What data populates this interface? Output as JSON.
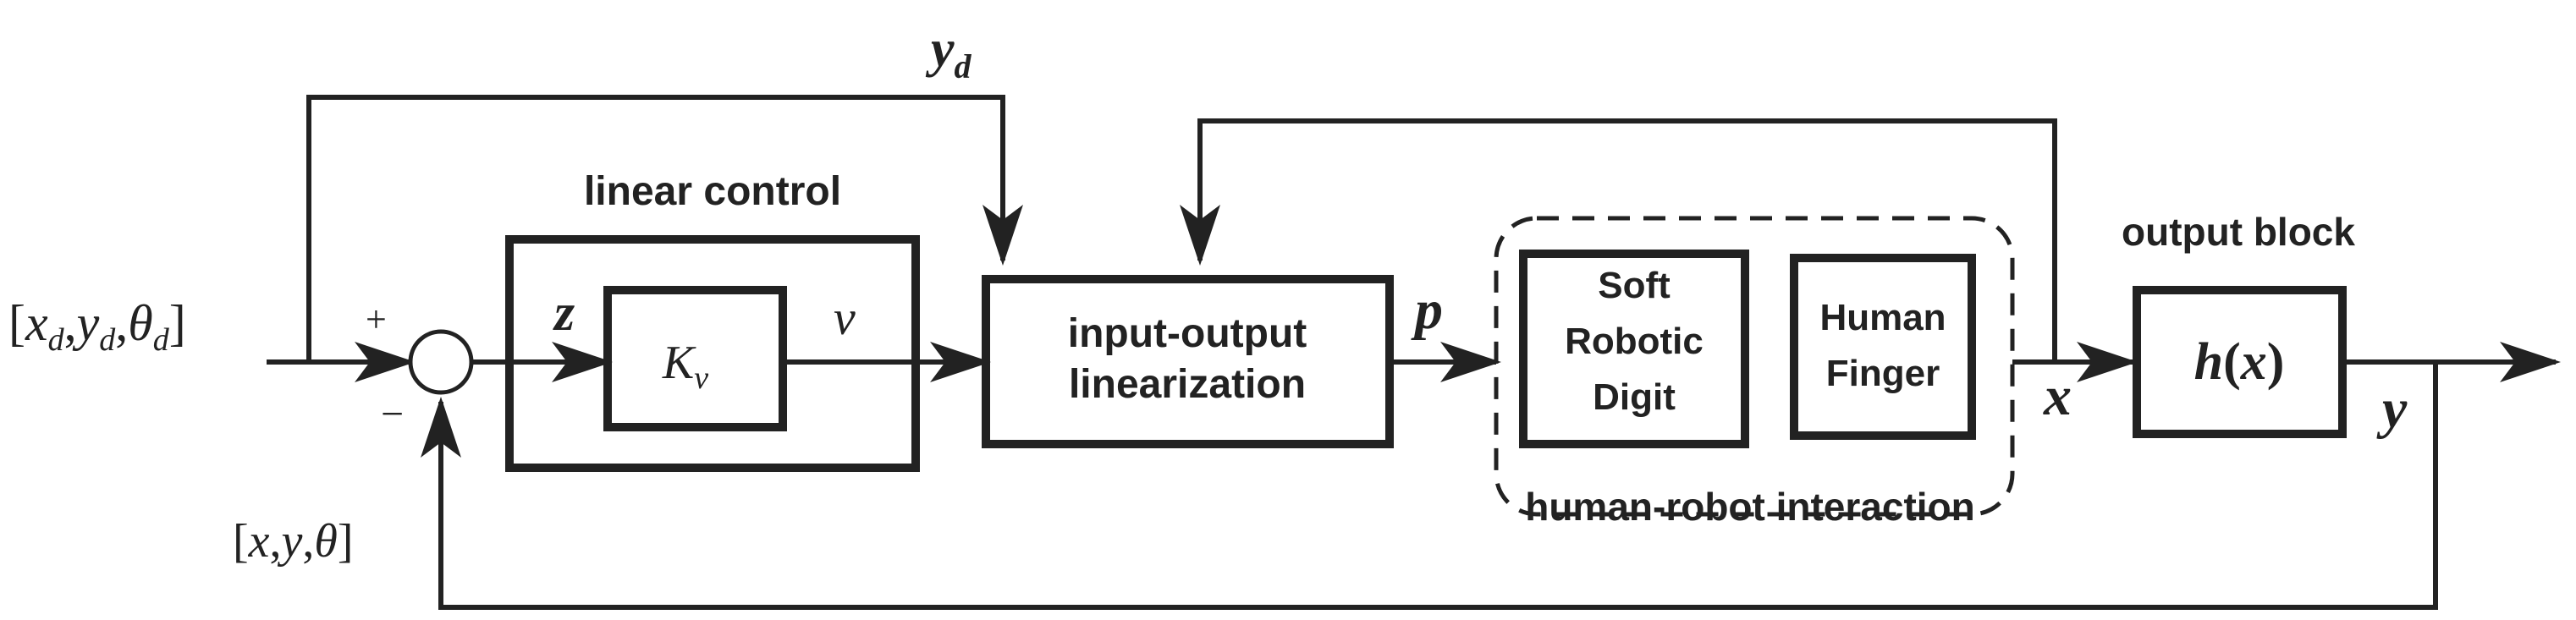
{
  "labels": {
    "setpoint": "[x_d, y_d, θ_d]",
    "measured": "[x, y, θ]",
    "desired_output": "y_d",
    "z": "z",
    "v": "v",
    "p": "p",
    "x": "x",
    "y": "y",
    "plus": "+",
    "minus": "−"
  },
  "blocks": {
    "linear_control_title": "linear control",
    "gain": "K_v",
    "ioln_line1": "input-output",
    "ioln_line2": "linearization",
    "soft_line1": "Soft",
    "soft_line2": "Robotic",
    "soft_line3": "Digit",
    "human_line1": "Human",
    "human_line2": "Finger",
    "interaction_title": "human-robot interaction",
    "output_title": "output block",
    "output_fn": "h(x)"
  }
}
